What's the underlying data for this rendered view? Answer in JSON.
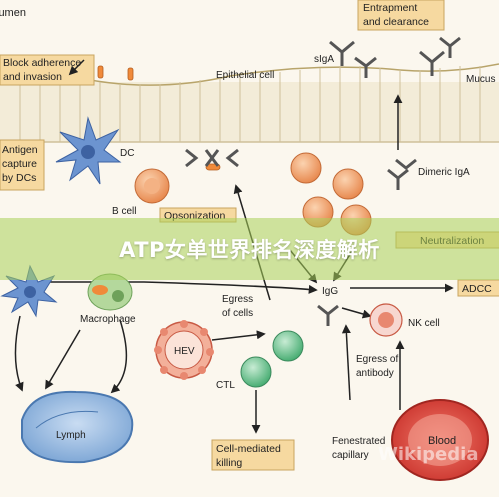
{
  "banner": {
    "title": "ATP女单世界排名深度解析"
  },
  "labels": {
    "lumen": "lumen",
    "entrapment": "Entrapment\nand clearance",
    "block": "Block adherence\nand invasion",
    "epithelial": "Epithelial cell",
    "siga": "sIgA",
    "mucus": "Mucus",
    "dc": "DC",
    "antigen": "Antigen\ncapture\nby DCs",
    "dimeric": "Dimeric IgA",
    "bcell": "B cell",
    "opsonization": "Opsonization",
    "neutralization": "Neutralization",
    "adcc": "ADCC",
    "igg": "IgG",
    "macrophage": "Macrophage",
    "egress_cells": "Egress\nof cells",
    "hev": "HEV",
    "nkcell": "NK cell",
    "egress_antibody": "Egress of\nantibody",
    "ctl": "CTL",
    "lymph": "Lymph",
    "cellkill": "Cell-mediated\nkilling",
    "fenestrated": "Fenestrated\ncapillary",
    "blood": "Blood"
  },
  "watermark": "Wikipedia",
  "colors": {
    "background": "#fbf7ee",
    "epithelium": "#f3ecd8",
    "bcell": "#f0a070",
    "hev": "#e88870",
    "ctl": "#66c08a",
    "lymph": "#8fb4dc",
    "blood": "#e0483c",
    "dc": "#5a86c8",
    "box": "#f6d9a0",
    "banner": "#aad25a"
  }
}
